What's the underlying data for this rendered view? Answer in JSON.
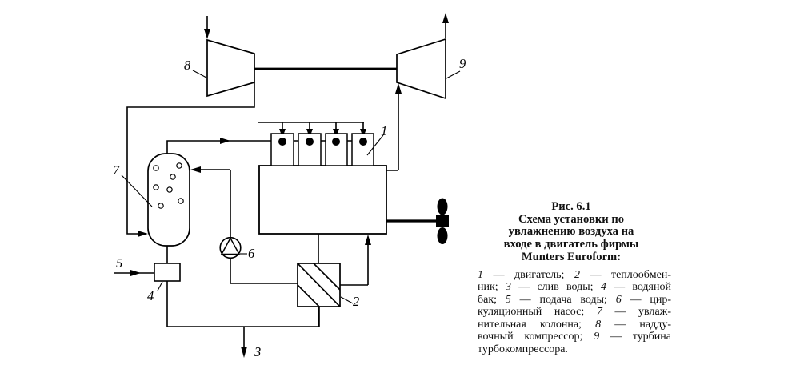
{
  "figure": {
    "caption_title_lines": [
      "Рис. 6.1",
      "Схема установки по",
      "увлажнению воздуха на",
      "входе в двигатель фирмы",
      "Munters Euroform:"
    ],
    "legend_lines": [
      [
        {
          "t": "1",
          "i": true
        },
        {
          "t": " — двигатель; ",
          "i": false
        },
        {
          "t": "2",
          "i": true
        },
        {
          "t": " — теплообмен-",
          "i": false
        }
      ],
      [
        {
          "t": "ник; ",
          "i": false
        },
        {
          "t": "3",
          "i": true
        },
        {
          "t": " — слив воды; ",
          "i": false
        },
        {
          "t": "4",
          "i": true
        },
        {
          "t": " — водяной",
          "i": false
        }
      ],
      [
        {
          "t": "бак; ",
          "i": false
        },
        {
          "t": "5",
          "i": true
        },
        {
          "t": " — подача воды; ",
          "i": false
        },
        {
          "t": "6",
          "i": true
        },
        {
          "t": " — цир-",
          "i": false
        }
      ],
      [
        {
          "t": "куляционный насос; ",
          "i": false
        },
        {
          "t": "7",
          "i": true
        },
        {
          "t": " — увлаж-",
          "i": false
        }
      ],
      [
        {
          "t": "нительная колонна; ",
          "i": false
        },
        {
          "t": "8",
          "i": true
        },
        {
          "t": " — надду-",
          "i": false
        }
      ],
      [
        {
          "t": "вочный компрессор; ",
          "i": false
        },
        {
          "t": "9",
          "i": true
        },
        {
          "t": " — турбина",
          "i": false
        }
      ],
      [
        {
          "t": "турбокомпрессора.",
          "i": false
        }
      ]
    ]
  },
  "diagram": {
    "labels": {
      "engine": "1",
      "heat_exchanger": "2",
      "water_drain": "3",
      "water_tank": "4",
      "water_supply": "5",
      "circulation_pump": "6",
      "humidifier_column": "7",
      "boost_compressor": "8",
      "turbocompressor_turbine": "9"
    }
  },
  "colors": {
    "ink": "#000000",
    "background": "#ffffff"
  }
}
